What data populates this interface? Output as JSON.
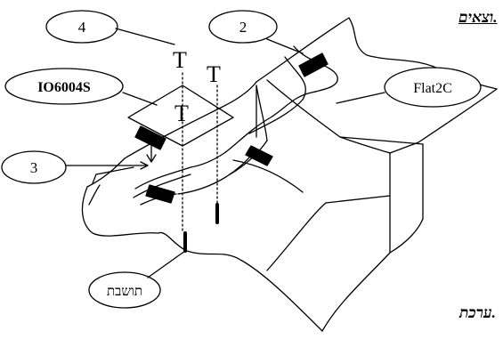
{
  "labels": {
    "callout_4": "4",
    "callout_2": "2",
    "callout_io": "IO6004S",
    "callout_flat": "Flat2C",
    "callout_3": "3",
    "callout_base": "תושבת"
  },
  "text_fragments": {
    "top_right": "וצאים.",
    "bottom_right": "ערכת."
  }
}
